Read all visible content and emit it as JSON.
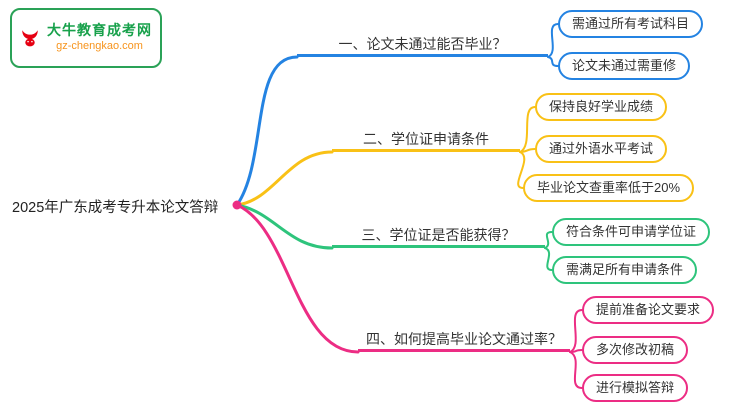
{
  "logo": {
    "site_name": "大牛教育成考网",
    "site_url": "gz-chengkao.com"
  },
  "root": {
    "label": "2025年广东成考专升本论文答辩"
  },
  "colors": {
    "branch1": "#2483e2",
    "branch2": "#f9c116",
    "branch3": "#2ec47c",
    "branch4": "#ec2d84",
    "logo_green": "#18a14b",
    "logo_orange": "#f7941d",
    "logo_bull_red": "#e60012"
  },
  "branches": [
    {
      "label": "一、论文未通过能否毕业？",
      "color": "#2483e2",
      "children": [
        {
          "label": "需通过所有考试科目"
        },
        {
          "label": "论文未通过需重修"
        }
      ]
    },
    {
      "label": "二、学位证申请条件",
      "color": "#f9c116",
      "children": [
        {
          "label": "保持良好学业成绩"
        },
        {
          "label": "通过外语水平考试"
        },
        {
          "label": "毕业论文查重率低于20%"
        }
      ]
    },
    {
      "label": "三、学位证是否能获得？",
      "color": "#2ec47c",
      "children": [
        {
          "label": "符合条件可申请学位证"
        },
        {
          "label": "需满足所有申请条件"
        }
      ]
    },
    {
      "label": "四、如何提高毕业论文通过率？",
      "color": "#ec2d84",
      "children": [
        {
          "label": "提前准备论文要求"
        },
        {
          "label": "多次修改初稿"
        },
        {
          "label": "进行模拟答辩"
        }
      ]
    }
  ]
}
